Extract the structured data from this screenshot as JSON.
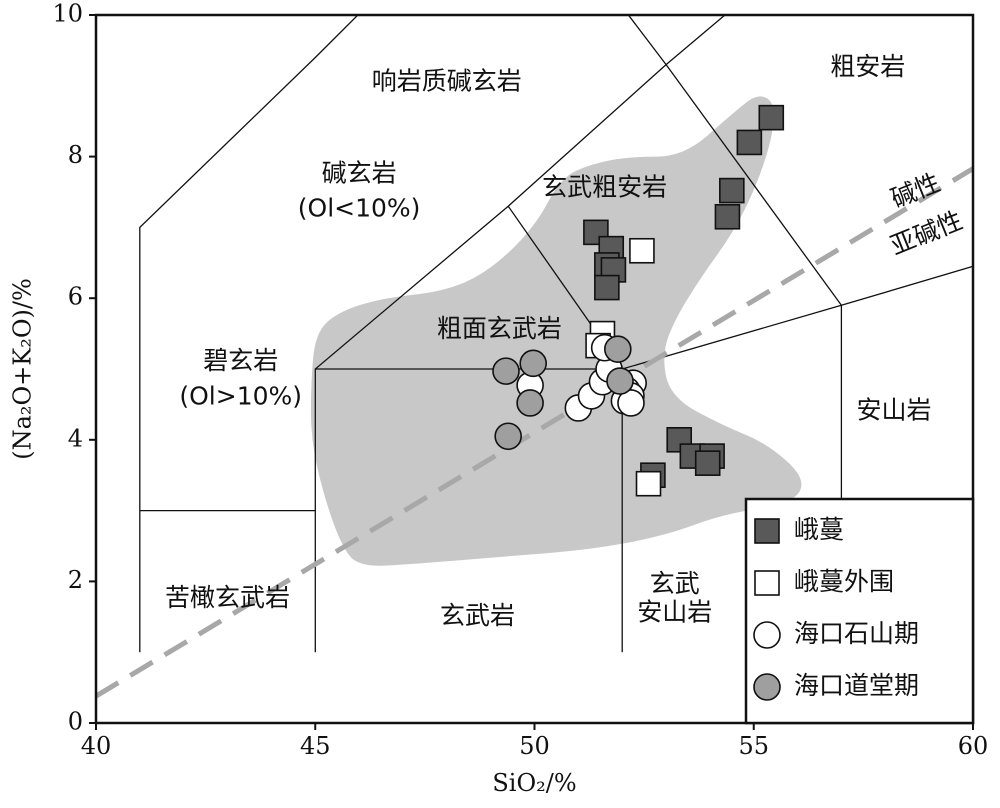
{
  "chart_data": {
    "type": "scatter",
    "title": "",
    "xlabel": "SiO₂/%",
    "ylabel": "(Na₂O+K₂O)/%",
    "xlim": [
      40,
      60
    ],
    "ylim": [
      0,
      10
    ],
    "xticks": [
      "40",
      "45",
      "50",
      "55",
      "60"
    ],
    "yticks": [
      "0",
      "2",
      "4",
      "6",
      "8",
      "10"
    ],
    "grid": false,
    "legend_position": "bottom-right",
    "field_boundaries": [
      [
        [
          41,
          1
        ],
        [
          41,
          7
        ],
        [
          45,
          9.4
        ],
        [
          48.4,
          11.5
        ]
      ],
      [
        [
          41,
          3
        ],
        [
          45,
          3
        ]
      ],
      [
        [
          45,
          1
        ],
        [
          45,
          5
        ],
        [
          49.4,
          7.3
        ],
        [
          53,
          9.3
        ],
        [
          57.6,
          11.7
        ]
      ],
      [
        [
          45,
          5
        ],
        [
          52,
          5
        ],
        [
          57,
          5.9
        ],
        [
          63,
          7
        ]
      ],
      [
        [
          52,
          1
        ],
        [
          52,
          5
        ]
      ],
      [
        [
          57,
          1
        ],
        [
          57,
          5.9
        ]
      ],
      [
        [
          49.4,
          7.3
        ],
        [
          52,
          5
        ]
      ],
      [
        [
          53,
          9.3
        ],
        [
          57,
          5.9
        ]
      ],
      [
        [
          50.3,
          11.5
        ],
        [
          53,
          9.3
        ]
      ]
    ],
    "field_labels": [
      {
        "text": "响岩质碱玄岩",
        "x": 48.0,
        "y": 9.05
      },
      {
        "text": "碱玄岩",
        "x": 46.0,
        "y": 7.75
      },
      {
        "text": "(Ol<10%)",
        "x": 46.0,
        "y": 7.25
      },
      {
        "text": "玄武粗安岩",
        "x": 51.6,
        "y": 7.55
      },
      {
        "text": "粗安岩",
        "x": 57.6,
        "y": 9.25
      },
      {
        "text": "粗面玄武岩",
        "x": 49.2,
        "y": 5.55
      },
      {
        "text": "碧玄岩",
        "x": 43.3,
        "y": 5.1
      },
      {
        "text": "(Ol>10%)",
        "x": 43.3,
        "y": 4.6
      },
      {
        "text": "安山岩",
        "x": 58.2,
        "y": 4.4
      },
      {
        "text": "苦橄玄武岩",
        "x": 43.0,
        "y": 1.75
      },
      {
        "text": "玄武岩",
        "x": 48.7,
        "y": 1.5
      },
      {
        "text": "玄武",
        "x": 53.2,
        "y": 1.95
      },
      {
        "text": "安山岩",
        "x": 53.2,
        "y": 1.55
      },
      {
        "text": "碱性",
        "x": 58.7,
        "y": 7.5,
        "rotate": -22
      },
      {
        "text": "亚碱性",
        "x": 58.95,
        "y": 6.9,
        "rotate": -22
      }
    ],
    "divider_line": {
      "points": [
        [
          40,
          0.38
        ],
        [
          60,
          7.83
        ]
      ],
      "style": "dashed",
      "color": "#a8a8a8"
    },
    "highlight_region": {
      "color": "#c8c8c8",
      "points": [
        [
          45.0,
          5.5
        ],
        [
          45.5,
          5.8
        ],
        [
          46.5,
          6.0
        ],
        [
          48.0,
          6.1
        ],
        [
          49.0,
          6.4
        ],
        [
          50.0,
          7.0
        ],
        [
          50.6,
          7.7
        ],
        [
          51.3,
          7.9
        ],
        [
          52.2,
          8.0
        ],
        [
          53.4,
          8.0
        ],
        [
          54.5,
          8.6
        ],
        [
          55.1,
          8.9
        ],
        [
          55.5,
          8.75
        ],
        [
          55.4,
          8.2
        ],
        [
          55.0,
          7.5
        ],
        [
          54.5,
          6.9
        ],
        [
          53.8,
          6.3
        ],
        [
          53.2,
          5.7
        ],
        [
          52.9,
          5.2
        ],
        [
          53.1,
          4.6
        ],
        [
          54.3,
          4.2
        ],
        [
          55.3,
          3.95
        ],
        [
          56.2,
          3.45
        ],
        [
          55.9,
          3.1
        ],
        [
          54.3,
          2.95
        ],
        [
          53.0,
          2.65
        ],
        [
          51.3,
          2.45
        ],
        [
          49.3,
          2.35
        ],
        [
          47.3,
          2.25
        ],
        [
          46.0,
          2.2
        ],
        [
          45.6,
          2.5
        ],
        [
          45.2,
          3.2
        ],
        [
          44.9,
          4.0
        ],
        [
          44.9,
          4.8
        ]
      ]
    },
    "series": [
      {
        "name": "峨蔓",
        "marker": "square",
        "fill": "#595959",
        "points": [
          [
            55.4,
            8.55
          ],
          [
            54.9,
            8.2
          ],
          [
            54.5,
            7.52
          ],
          [
            54.4,
            7.15
          ],
          [
            51.4,
            6.93
          ],
          [
            51.75,
            6.7
          ],
          [
            51.65,
            6.47
          ],
          [
            51.8,
            6.4
          ],
          [
            51.65,
            6.15
          ],
          [
            53.3,
            4.0
          ],
          [
            52.7,
            3.5
          ],
          [
            53.6,
            3.77
          ],
          [
            54.05,
            3.77
          ],
          [
            53.95,
            3.67
          ]
        ]
      },
      {
        "name": "峨蔓外围",
        "marker": "square",
        "fill": "#ffffff",
        "points": [
          [
            52.45,
            6.67
          ],
          [
            51.55,
            5.5
          ],
          [
            51.45,
            5.33
          ],
          [
            52.6,
            3.38
          ]
        ]
      },
      {
        "name": "海口石山期",
        "marker": "circle",
        "fill": "#ffffff",
        "points": [
          [
            49.9,
            4.77
          ],
          [
            51.0,
            4.45
          ],
          [
            51.3,
            4.62
          ],
          [
            51.55,
            4.82
          ],
          [
            51.7,
            5.0
          ],
          [
            52.25,
            4.8
          ],
          [
            52.1,
            4.7
          ],
          [
            52.2,
            4.62
          ],
          [
            52.05,
            4.55
          ],
          [
            52.2,
            4.52
          ],
          [
            51.6,
            5.3
          ]
        ]
      },
      {
        "name": "海口道堂期",
        "marker": "circle",
        "fill": "#9f9f9f",
        "points": [
          [
            49.35,
            4.97
          ],
          [
            49.97,
            5.08
          ],
          [
            49.9,
            4.52
          ],
          [
            49.4,
            4.05
          ],
          [
            51.9,
            5.28
          ],
          [
            51.95,
            4.83
          ]
        ]
      }
    ]
  }
}
